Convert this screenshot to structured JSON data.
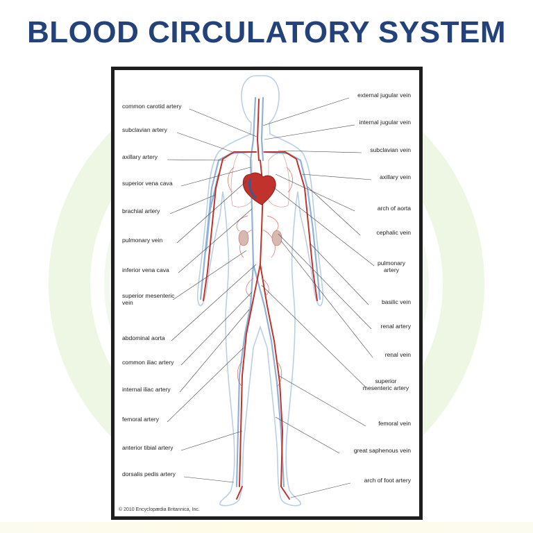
{
  "title": "BLOOD CIRCULATORY SYSTEM",
  "copyright": "© 2010 Encyclopædia Britannica, Inc.",
  "colors": {
    "title": "#24427a",
    "artery": "#c0322b",
    "vein": "#8fb2d8",
    "outline": "#b9cfe3",
    "watermark": "#eef6e4"
  },
  "labels_left": [
    {
      "lines": [
        "common carotid artery"
      ]
    },
    {
      "lines": [
        "subclavian artery"
      ]
    },
    {
      "lines": [
        "axillary artery"
      ]
    },
    {
      "lines": [
        "superior vena cava"
      ]
    },
    {
      "lines": [
        "brachial artery"
      ]
    },
    {
      "lines": [
        "pulmonary vein"
      ]
    },
    {
      "lines": [
        "inferior vena cava"
      ]
    },
    {
      "lines": [
        "superior mesenteric",
        "vein"
      ]
    },
    {
      "lines": [
        "abdominal aorta"
      ]
    },
    {
      "lines": [
        "common iliac artery"
      ]
    },
    {
      "lines": [
        "internal iliac artery"
      ]
    },
    {
      "lines": [
        "femoral artery"
      ]
    },
    {
      "lines": [
        "anterior tibial artery"
      ]
    },
    {
      "lines": [
        "dorsalis pedis artery"
      ]
    }
  ],
  "labels_right": [
    {
      "lines": [
        "external jugular vein"
      ]
    },
    {
      "lines": [
        "internal jugular vein"
      ]
    },
    {
      "lines": [
        "subclavian vein"
      ]
    },
    {
      "lines": [
        "axillary vein"
      ]
    },
    {
      "lines": [
        "arch of aorta"
      ]
    },
    {
      "lines": [
        "cephalic vein"
      ]
    },
    {
      "lines": [
        "pulmonary",
        "artery"
      ]
    },
    {
      "lines": [
        "basilic vein"
      ]
    },
    {
      "lines": [
        "renal artery"
      ]
    },
    {
      "lines": [
        "renal vein"
      ]
    },
    {
      "lines": [
        "superior",
        "mesenteric artery"
      ]
    },
    {
      "lines": [
        "femoral vein"
      ]
    },
    {
      "lines": [
        "great saphenous vein"
      ]
    },
    {
      "lines": [
        "arch of foot artery"
      ]
    }
  ]
}
